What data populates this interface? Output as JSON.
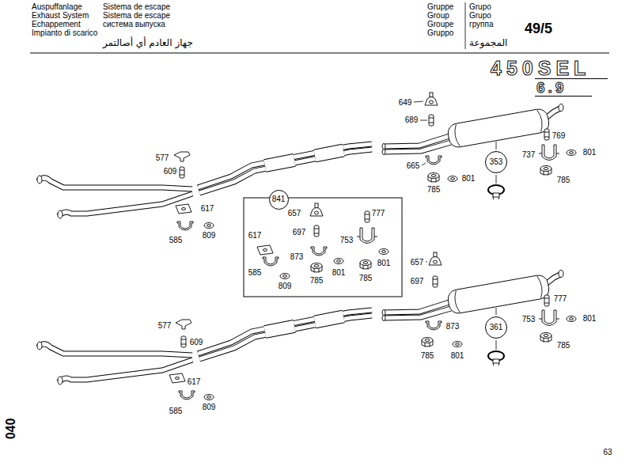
{
  "diagram": {
    "nodes": [
      {
        "text": [
          "353"
        ]
      },
      {
        "text": [
          "841"
        ]
      },
      {
        "text": [
          "361"
        ]
      }
    ],
    "labels": [
      "Auspuffanlage",
      "Exhaust System",
      "Echappement",
      "Impianto di scarico",
      "Sistema de escape",
      "Sistema de escape",
      "система выпуска",
      "جهاز العادم أي أصالتمر",
      "Gruppe",
      "Group",
      "Groupe",
      "Gruppo",
      "Grupo",
      "Grupo",
      "группа",
      "المجموعة",
      "49/5",
      "450SEL",
      "6.9",
      "649",
      "689",
      "769",
      "737",
      "801",
      "577",
      "665",
      "609",
      "801",
      "785",
      "785",
      "617",
      "809",
      "585",
      "657",
      "777",
      "697",
      "617",
      "753",
      "873",
      "801",
      "801",
      "585",
      "785",
      "785",
      "809",
      "657",
      "697",
      "777",
      "801",
      "753",
      "577",
      "873",
      "609",
      "785",
      "785",
      "801",
      "617",
      "809",
      "585",
      "040",
      "63"
    ]
  }
}
